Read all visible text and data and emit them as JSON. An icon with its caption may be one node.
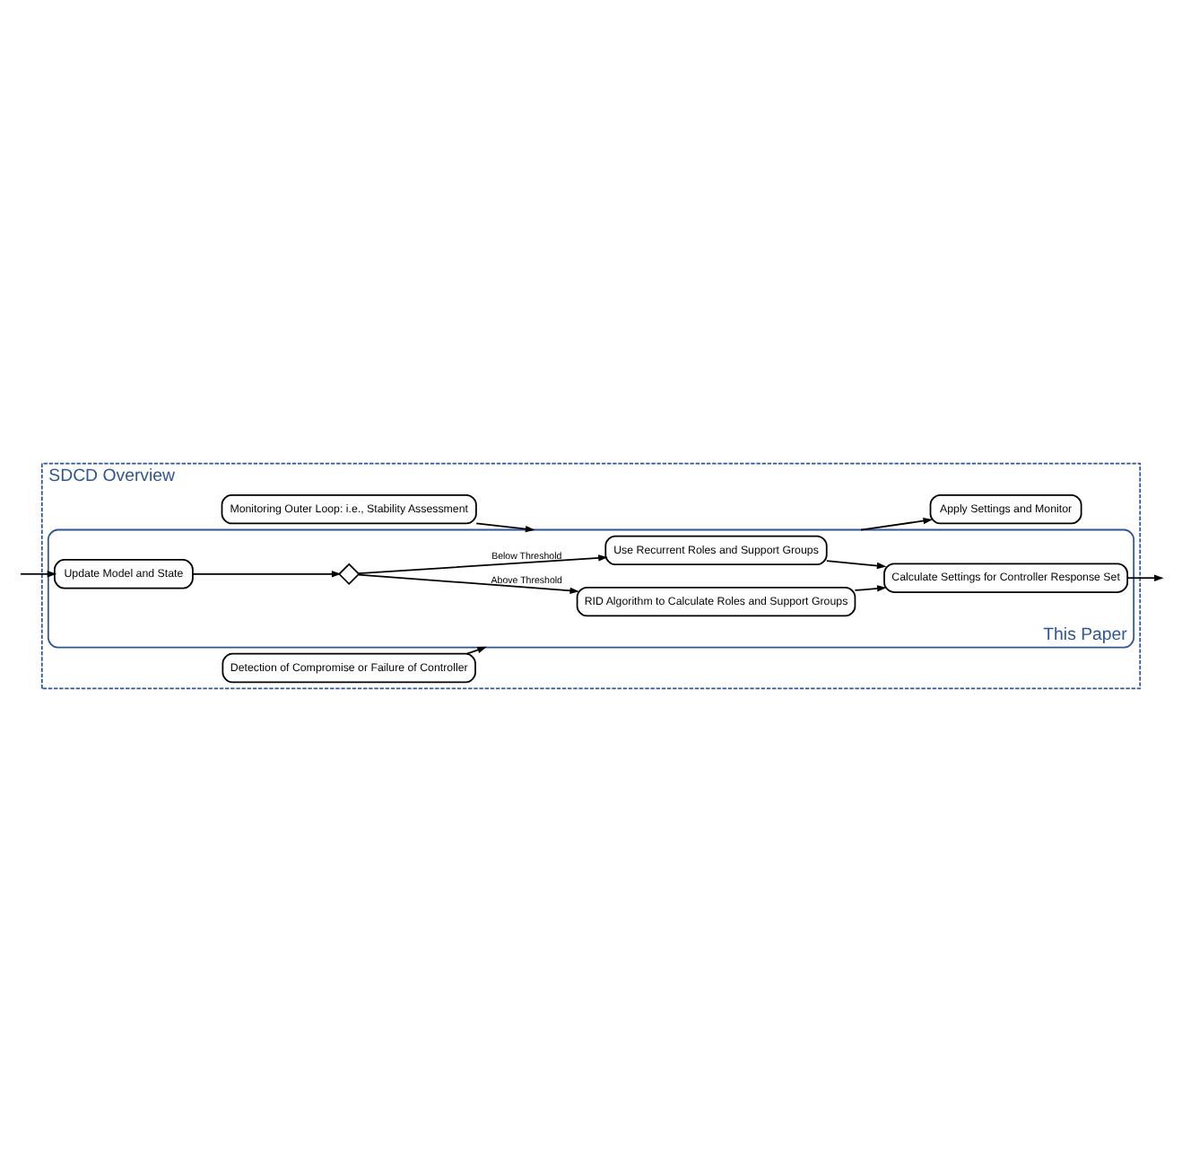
{
  "diagram": {
    "nodes": [
      {
        "text": [
          "SDCD Overview"
        ]
      },
      {
        "text": [
          "Monitoring Outer Loop: i.e., Stability Assessment"
        ],
        "in": 0
      },
      {
        "text": [
          "Detection of Compromise or Failure of Controller"
        ],
        "in": 0
      },
      {
        "text": [
          "This Paper"
        ],
        "in": 0
      },
      {
        "text": [
          "Use Recurrent Roles and Support Groups"
        ],
        "in": 3
      },
      {
        "text": [
          "Update Model and State"
        ],
        "in": 3
      },
      {
        "text": [],
        "shape": "diamond",
        "in": 3
      },
      {
        "text": [
          "Calculate Settings for Controller Response Set"
        ],
        "in": 3
      },
      {
        "text": [
          "RID Algorithm to Calculate Roles and Support Groups"
        ],
        "in": 3
      },
      {
        "text": [
          "Apply Settings and Monitor"
        ],
        "in": 0
      }
    ],
    "edges": [
      {
        "from": 1,
        "to": 3,
        "arrow": "to"
      },
      {
        "from": 2,
        "to": 3,
        "arrow": "to"
      },
      {
        "from": null,
        "to": 5,
        "arrow": "to"
      },
      {
        "from": 5,
        "to": 6,
        "arrow": "to"
      },
      {
        "from": 6,
        "to": 4,
        "arrow": "to",
        "label": "Below Threshold"
      },
      {
        "from": 6,
        "to": 8,
        "arrow": "to",
        "label": "Above Threshold"
      },
      {
        "from": 4,
        "to": 7,
        "arrow": "to"
      },
      {
        "from": 8,
        "to": 7,
        "arrow": "to"
      },
      {
        "from": 7,
        "to": null,
        "arrow": "to"
      },
      {
        "from": 3,
        "to": 9,
        "arrow": "to"
      }
    ]
  }
}
